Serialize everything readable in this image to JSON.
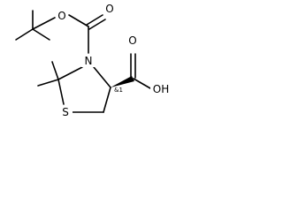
{
  "structure": {
    "atom_labels": {
      "ester_oxygen": "O",
      "carbonyl_oxygen_boc": "O",
      "ring_nitrogen": "N",
      "ring_sulfur": "S",
      "acid_carbonyl_oxygen": "O",
      "acid_hydroxyl": "OH"
    },
    "stereo_label": "&1"
  }
}
